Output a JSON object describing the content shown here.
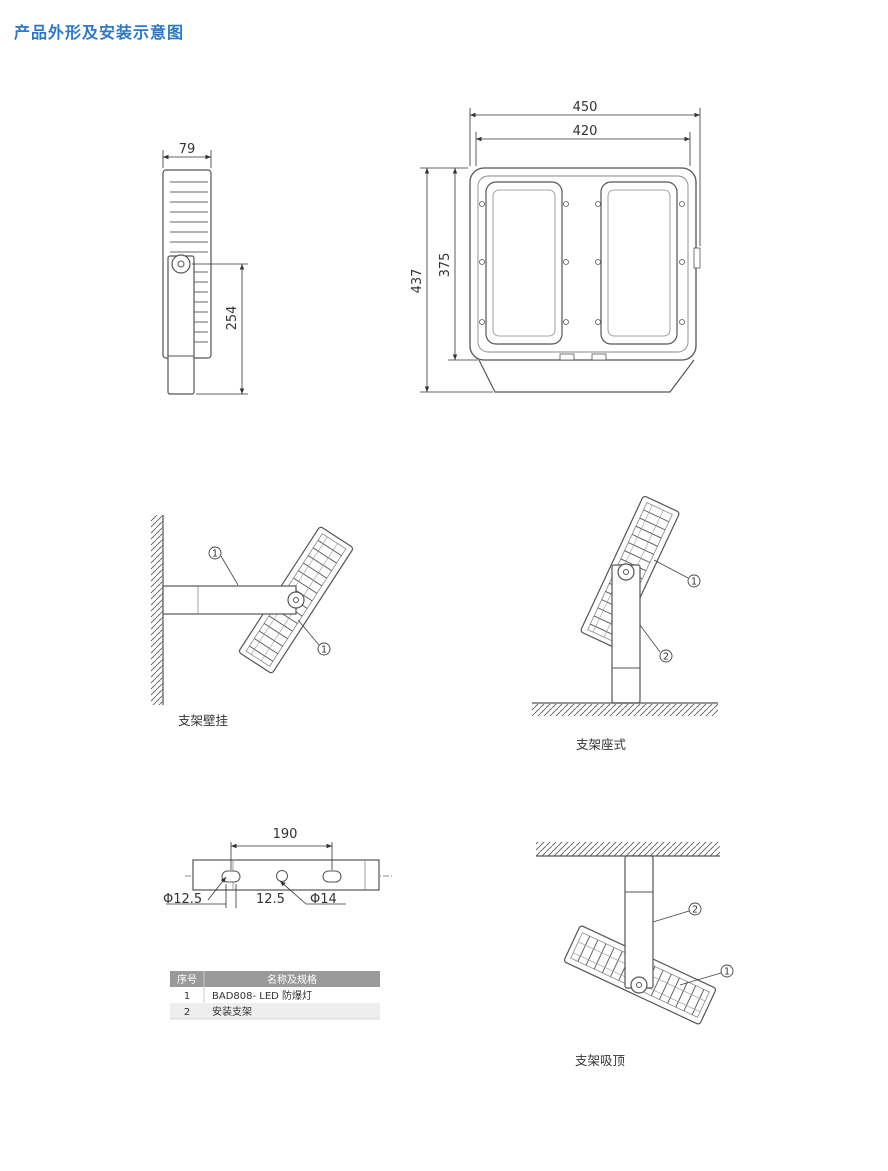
{
  "title": "产品外形及安装示意图",
  "colors": {
    "title": "#2e78c8",
    "line": "#555555",
    "table_header": "#9a9a9a",
    "table_row_alt": "#eeeeee"
  },
  "dimensions": {
    "side_depth": "79",
    "side_pivot_height": "254",
    "front_outer_width": "450",
    "front_inner_width": "420",
    "front_total_height": "437",
    "front_body_height": "375"
  },
  "bracket_dimensions": {
    "hole_spacing": "190",
    "slot_width": "Φ12.5",
    "slot_height": "12.5",
    "center_hole": "Φ14"
  },
  "callouts": {
    "one": "1",
    "two": "2"
  },
  "captions": {
    "wall": "支架壁挂",
    "seat": "支架座式",
    "ceiling": "支架吸顶"
  },
  "parts_table": {
    "headers": [
      "序号",
      "名称及规格"
    ],
    "rows": [
      {
        "no": "1",
        "name": "BAD808- LED 防爆灯"
      },
      {
        "no": "2",
        "name": "安装支架"
      }
    ]
  }
}
